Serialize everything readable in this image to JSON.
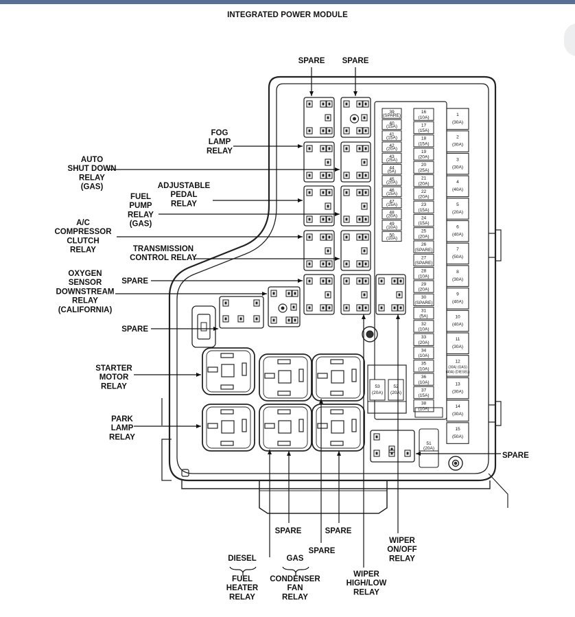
{
  "title": "INTEGRATED POWER MODULE",
  "labels": {
    "spare": "SPARE",
    "fog_lamp_relay": [
      "FOG",
      "LAMP",
      "RELAY"
    ],
    "auto_shut_down_relay": [
      "AUTO",
      "SHUT DOWN",
      "RELAY",
      "(GAS)"
    ],
    "adjustable_pedal_relay": [
      "ADJUSTABLE",
      "PEDAL",
      "RELAY"
    ],
    "fuel_pump_relay": [
      "FUEL",
      "PUMP",
      "RELAY",
      "(GAS)"
    ],
    "ac_compressor_clutch_relay": [
      "A/C",
      "COMPRESSOR",
      "CLUTCH",
      "RELAY"
    ],
    "transmission_control_relay": [
      "TRANSMISSION",
      "CONTROL RELAY"
    ],
    "oxygen_sensor_relay": [
      "OXYGEN",
      "SENSOR",
      "DOWNSTREAM",
      "RELAY",
      "(CALIFORNIA)"
    ],
    "starter_motor_relay": [
      "STARTER",
      "MOTOR",
      "RELAY"
    ],
    "park_lamp_relay": [
      "PARK",
      "LAMP",
      "RELAY"
    ],
    "diesel": "DIESEL",
    "gas": "GAS",
    "fuel_heater_relay": [
      "FUEL",
      "HEATER",
      "RELAY"
    ],
    "condenser_fan_relay": [
      "CONDENSER",
      "FAN",
      "RELAY"
    ],
    "wiper_high_low_relay": [
      "WIPER",
      "HIGH/LOW",
      "RELAY"
    ],
    "wiper_on_off_relay": [
      "WIPER",
      "ON/OFF",
      "RELAY"
    ]
  },
  "fuses_col_a": [
    {
      "num": "39",
      "rating": "(SPARE)"
    },
    {
      "num": "40",
      "rating": "(15A)"
    },
    {
      "num": "41",
      "rating": "(15A)"
    },
    {
      "num": "42",
      "rating": "(20A)"
    },
    {
      "num": "43",
      "rating": "(25A)"
    },
    {
      "num": "44",
      "rating": "(5A)"
    },
    {
      "num": "45",
      "rating": "(20A)"
    },
    {
      "num": "46",
      "rating": "(15A)"
    },
    {
      "num": "47",
      "rating": "(15A)"
    },
    {
      "num": "48",
      "rating": "(20A)"
    },
    {
      "num": "49",
      "rating": "(10A)"
    },
    {
      "num": "50",
      "rating": "(10A)"
    }
  ],
  "fuses_col_b": [
    {
      "num": "16",
      "rating": "(10A)"
    },
    {
      "num": "17",
      "rating": "(15A)"
    },
    {
      "num": "18",
      "rating": "(15A)"
    },
    {
      "num": "19",
      "rating": "(20A)"
    },
    {
      "num": "20",
      "rating": "(25A)"
    },
    {
      "num": "21",
      "rating": "(20A)"
    },
    {
      "num": "22",
      "rating": "(20A)"
    },
    {
      "num": "23",
      "rating": "(15A)"
    },
    {
      "num": "24",
      "rating": "(15A)"
    },
    {
      "num": "25",
      "rating": "(20A)"
    },
    {
      "num": "26",
      "rating": "(SPARE)"
    },
    {
      "num": "27",
      "rating": "(SPARE)"
    },
    {
      "num": "28",
      "rating": "(10A)"
    },
    {
      "num": "29",
      "rating": "(20A)"
    },
    {
      "num": "30",
      "rating": "(SPARE)"
    },
    {
      "num": "31",
      "rating": "(5A)"
    },
    {
      "num": "32",
      "rating": "(10A)"
    },
    {
      "num": "33",
      "rating": "(20A)"
    },
    {
      "num": "34",
      "rating": "(10A)"
    },
    {
      "num": "35",
      "rating": "(10A)"
    },
    {
      "num": "36",
      "rating": "(10A)"
    },
    {
      "num": "37",
      "rating": "(15A)"
    },
    {
      "num": "38",
      "rating": "(10A)"
    }
  ],
  "cartridge_fuses": [
    {
      "num": "1",
      "rating": "(30A)"
    },
    {
      "num": "2",
      "rating": "(30A)"
    },
    {
      "num": "3",
      "rating": "(30A)"
    },
    {
      "num": "4",
      "rating": "(40A)"
    },
    {
      "num": "5",
      "rating": "(20A)"
    },
    {
      "num": "6",
      "rating": "(40A)"
    },
    {
      "num": "7",
      "rating": "(50A)"
    },
    {
      "num": "8",
      "rating": "(30A)"
    },
    {
      "num": "9",
      "rating": "(40A)"
    },
    {
      "num": "10",
      "rating": "(40A)"
    },
    {
      "num": "11",
      "rating": "(30A)"
    },
    {
      "num": "12",
      "rating": "(30A) (GAS)",
      "rating2": "(40A) (DIESEL)"
    },
    {
      "num": "13",
      "rating": "(30A)"
    },
    {
      "num": "14",
      "rating": "(30A)"
    },
    {
      "num": "15",
      "rating": "(50A)"
    }
  ],
  "extra_fuses": [
    {
      "num": "53",
      "rating": "(20A)"
    },
    {
      "num": "52",
      "rating": "(20A)"
    },
    {
      "num": "51",
      "rating": "(20A)"
    }
  ]
}
